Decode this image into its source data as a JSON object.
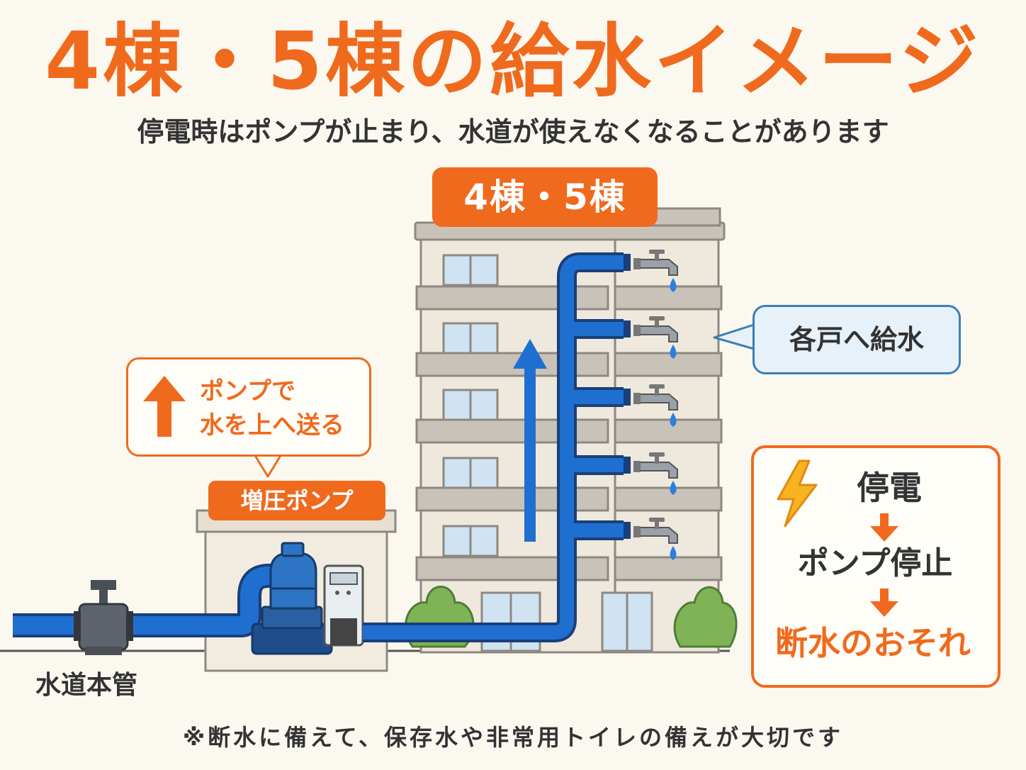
{
  "title": "4棟・5棟の給水イメージ",
  "subtitle": "停電時はポンプが止まり、水道が使えなくなることがあります",
  "building_label": "4棟・5棟",
  "pump_callout": {
    "line1": "ポンプで",
    "line2": "水を上へ送る"
  },
  "pump_label": "増圧ポンプ",
  "tap_callout": "各戸へ給水",
  "outage_flow": {
    "step1": "停電",
    "step2": "ポンプ停止",
    "step3": "断水のおそれ"
  },
  "main_pipe_label": "水道本管",
  "footnote": "※断水に備えて、保存水や非常用トイレの備えが大切です",
  "colors": {
    "accent": "#f06a1d",
    "pipe": "#1f6fd1",
    "water": "#2a7fe0",
    "building": "#efe8dc",
    "balcony": "#c9c2b8",
    "plant": "#7fb356"
  }
}
